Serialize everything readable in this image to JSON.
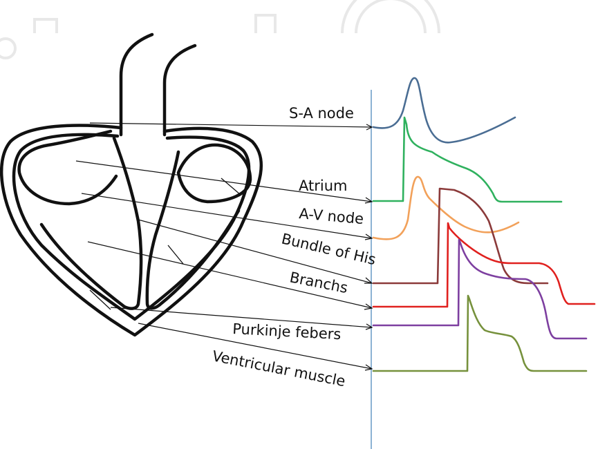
{
  "labels": {
    "sa_node": "S-A node",
    "atrium": "Atrium",
    "av_node": "A-V node",
    "bundle_of_his": "Bundle of His",
    "branchs": "Branchs",
    "purkinje": "Purkinje febers",
    "ventricular": "Ventricular muscle"
  },
  "colors": {
    "sa_node": "#4a6d93",
    "atrium": "#2fb15e",
    "av_node": "#f2a15a",
    "bundle_of_his": "#8b3a3a",
    "branchs": "#e0201e",
    "purkinje": "#7d3fa0",
    "ventricular": "#76913c",
    "time_axis": "#6f9ec9",
    "outline": "#111111"
  }
}
